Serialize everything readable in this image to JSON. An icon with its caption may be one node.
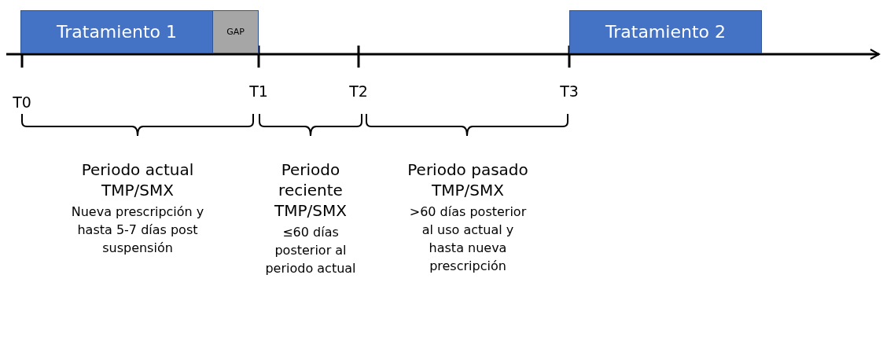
{
  "diagram": {
    "nodes": [
      {
        "text": [
          "Tratamiento 1"
        ]
      },
      {
        "text": [
          "GAP"
        ]
      },
      {
        "text": [
          "Tratamiento 2"
        ]
      }
    ],
    "labels": [
      "T0",
      "T1",
      "T2",
      "T3",
      "Periodo actual TMP/SMX",
      "Nueva prescripción y hasta 5-7 días post suspensión",
      "Periodo reciente TMP/SMX",
      "≤60 días posterior al periodo actual",
      "Periodo pasado TMP/SMX",
      ">60 días posterior al uso actual y hasta nueva prescripción"
    ]
  }
}
